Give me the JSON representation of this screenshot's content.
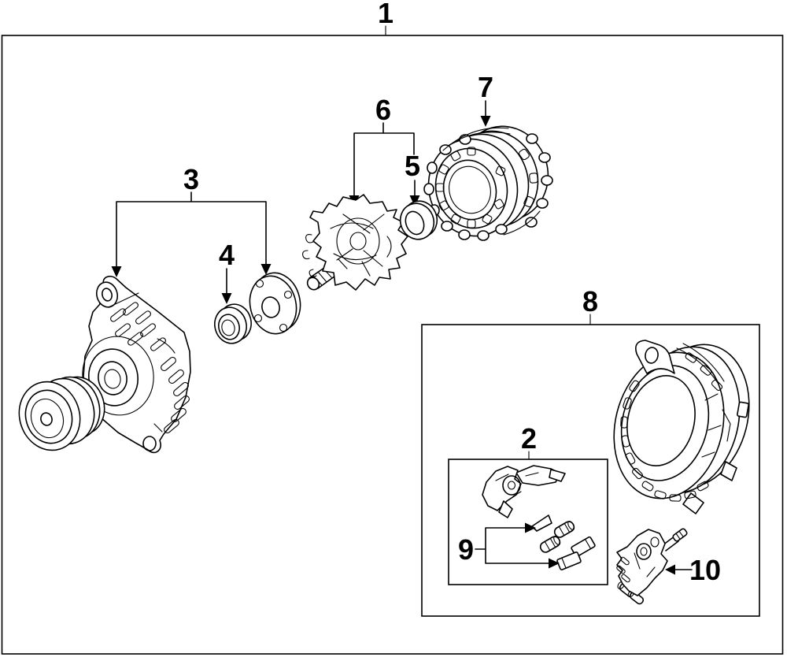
{
  "colors": {
    "background": "#ffffff",
    "line": "#000000"
  },
  "diagram": {
    "callouts": {
      "c1": "1",
      "c2": "2",
      "c3": "3",
      "c4": "4",
      "c5": "5",
      "c6": "6",
      "c7": "7",
      "c8": "8",
      "c9": "9",
      "c10": "10"
    },
    "parts": [
      {
        "callout": "1",
        "icon": "assembly-outline-box"
      },
      {
        "callout": "2",
        "icon": "brush-holder-assembly-drawing"
      },
      {
        "callout": "3",
        "icon": "drive-end-housing-drawing"
      },
      {
        "callout": "4",
        "icon": "front-bearing-drawing"
      },
      {
        "callout": "5",
        "icon": "rear-bearing-drawing"
      },
      {
        "callout": "6",
        "icon": "rotor-drawing"
      },
      {
        "callout": "7",
        "icon": "stator-drawing"
      },
      {
        "callout": "8",
        "icon": "rear-cover-group-box"
      },
      {
        "callout": "9",
        "icon": "brush-and-spring-set-drawing"
      },
      {
        "callout": "10",
        "icon": "voltage-regulator-drawing"
      }
    ]
  }
}
